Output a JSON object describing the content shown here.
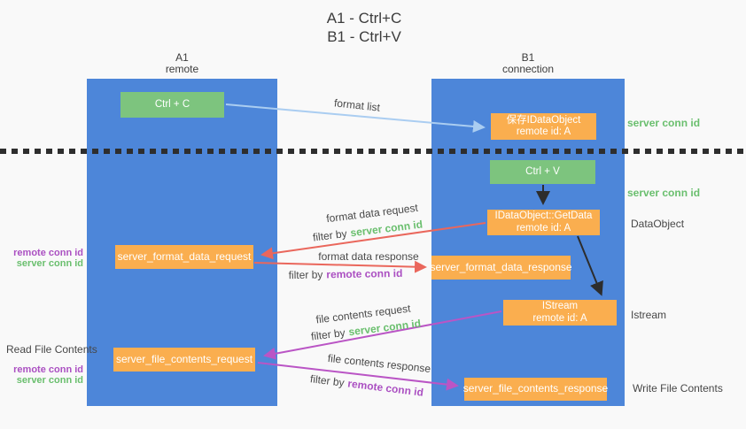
{
  "title": {
    "line1": "A1 - Ctrl+C",
    "line2": "B1 - Ctrl+V"
  },
  "lanes": {
    "left": {
      "name": "A1",
      "subtitle": "remote"
    },
    "right": {
      "name": "B1",
      "subtitle": "connection"
    }
  },
  "nodes": {
    "ctrl_c": "Ctrl + C",
    "ctrl_v": "Ctrl + V",
    "save_idataobject": {
      "line1": "保存IDataObject",
      "line2": "remote id: A"
    },
    "getdata": {
      "line1": "IDataObject::GetData",
      "line2": "remote id: A"
    },
    "istream": {
      "line1": "IStream",
      "line2": "remote id: A"
    },
    "server_format_data_request": "server_format_data_request",
    "server_format_data_response": "server_format_data_response",
    "server_file_contents_request": "server_file_contents_request",
    "server_file_contents_response": "server_file_contents_response"
  },
  "edge_labels": {
    "format_list": "format list",
    "format_data_request": "format data request",
    "format_data_response": "format data response",
    "file_contents_request": "file contents request",
    "file_contents_response": "file contents response",
    "filter_by": "filter by",
    "server_conn_id": "server conn id",
    "remote_conn_id": "remote conn id"
  },
  "annotations": {
    "server_conn_id_top": "server conn id",
    "server_conn_id_mid": "server conn id",
    "dataobject": "DataObject",
    "istream": "Istream",
    "read_file_contents": "Read File Contents",
    "write_file_contents": "Write File Contents",
    "remote_conn_id": "remote conn id",
    "server_conn_id": "server conn id"
  },
  "colors": {
    "lane_blue": "#4d86d9",
    "node_green": "#7dc47e",
    "node_orange": "#faae4f",
    "arrow_light_blue": "#aacdf1",
    "arrow_red": "#ea675c",
    "arrow_purple": "#ba55c5",
    "arrow_black": "#2d2d2d",
    "text_green": "#6abf6e",
    "text_purple": "#ab50c2",
    "background": "#f9f9f9"
  }
}
